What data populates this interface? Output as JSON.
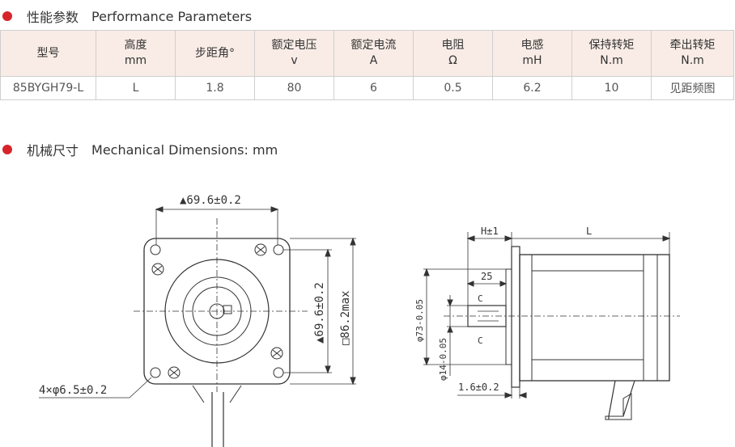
{
  "section1": {
    "zh": "性能参数",
    "en": "Performance Parameters",
    "accent": "#d7242b"
  },
  "table": {
    "headers": [
      {
        "l1": "型号",
        "l2": ""
      },
      {
        "l1": "高度",
        "l2": "mm"
      },
      {
        "l1": "步距角°",
        "l2": ""
      },
      {
        "l1": "额定电压",
        "l2": "v"
      },
      {
        "l1": "额定电流",
        "l2": "A"
      },
      {
        "l1": "电阻",
        "l2": "Ω"
      },
      {
        "l1": "电感",
        "l2": "mH"
      },
      {
        "l1": "保持转矩",
        "l2": "N.m"
      },
      {
        "l1": "牵出转矩",
        "l2": "N.m"
      }
    ],
    "row": [
      "85BYGH79-L",
      "L",
      "1.8",
      "80",
      "6",
      "0.5",
      "6.2",
      "10",
      "见距频图"
    ],
    "header_bg": "#f9ece6"
  },
  "section2": {
    "zh": "机械尺寸",
    "en": "Mechanical Dimensions: mm"
  },
  "drawing": {
    "top_width": "▲69.6±0.2",
    "side_height": "▲69.6±0.2",
    "max_size": "□86.2max",
    "holes": "4×φ6.5±0.2",
    "h_label": "H±1",
    "l_label": "L",
    "shaft_len": "25",
    "c_label": "C",
    "boss_dia": "φ73-0.05",
    "shaft_dia": "φ14-0.05",
    "flange_thk": "1.6±0.2"
  }
}
